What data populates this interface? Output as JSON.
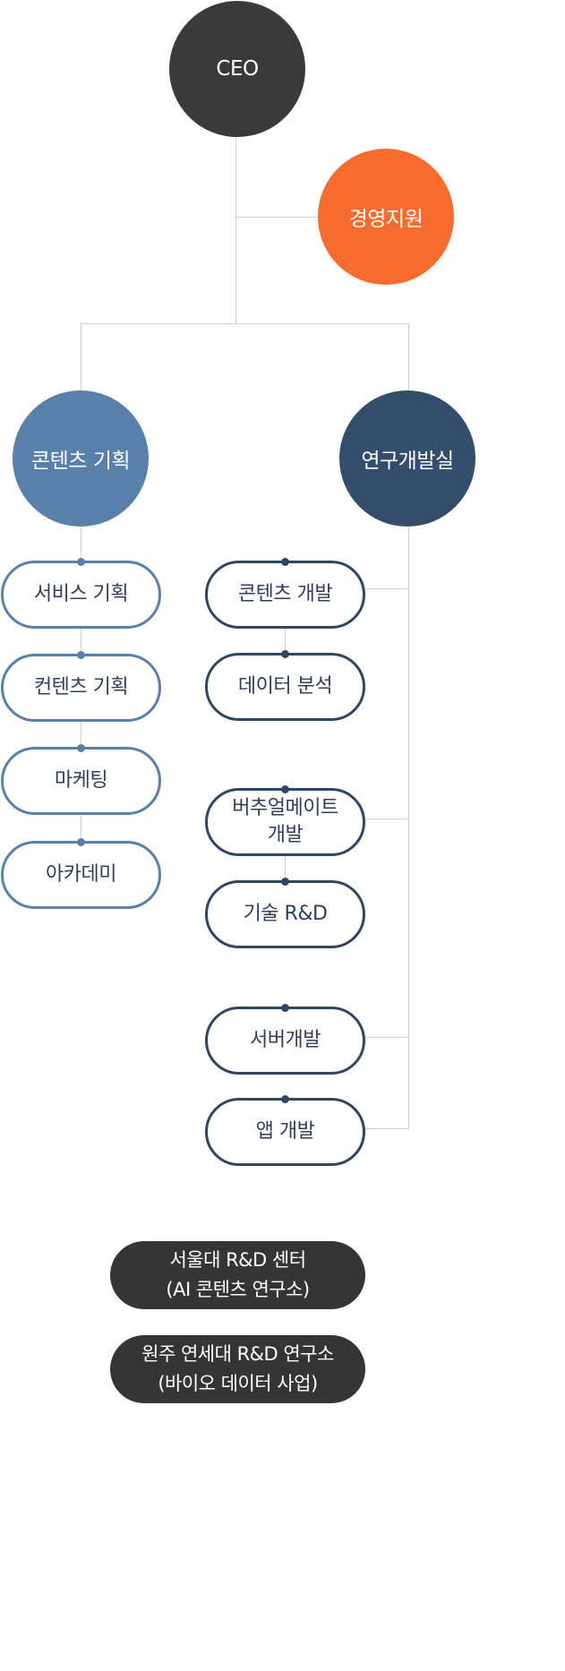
{
  "colors": {
    "ceo": "#3a3a3a",
    "management": "#f76b2e",
    "content_planning": "#5880ab",
    "research": "#344d6c",
    "dark_box": "#353535",
    "line": "#cfcfcf"
  },
  "ceo": {
    "label": "CEO"
  },
  "management_support": {
    "label": "경영지원"
  },
  "content_planning": {
    "label": "콘텐츠 기획",
    "teams": [
      "서비스 기획",
      "컨텐츠 기획",
      "마케팅",
      "아카데미"
    ]
  },
  "research_dev": {
    "label": "연구개발실",
    "teams": [
      "콘텐츠 개발",
      "데이터 분석",
      "버추얼메이트\n개발",
      "기술 R&D",
      "서버개발",
      "앱 개발"
    ]
  },
  "affiliates": [
    {
      "line1": "서울대 R&D 센터",
      "line2": "(AI 콘텐츠 연구소)"
    },
    {
      "line1": "원주 연세대 R&D 연구소",
      "line2": "(바이오 데이터 사업)"
    }
  ]
}
